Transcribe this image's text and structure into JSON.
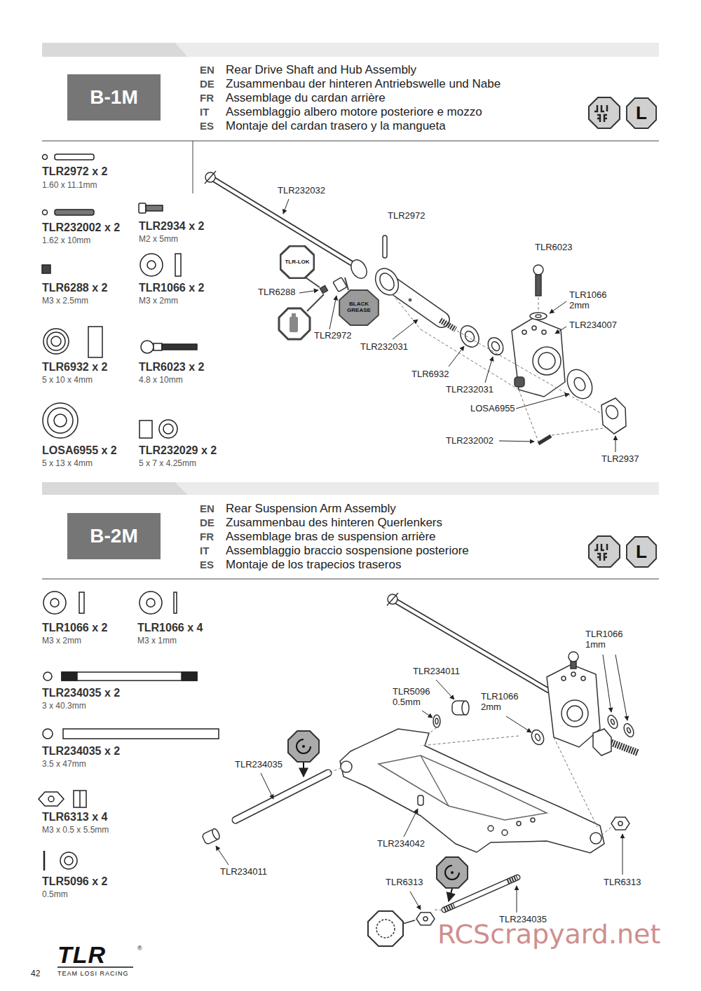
{
  "diagram": {
    "nodes": [
      {
        "text": [
          "B-1M"
        ]
      },
      {
        "text": [
          "L"
        ]
      },
      {
        "text": [
          "TLR-LOK"
        ]
      },
      {
        "text": [
          "BLACK GREASE"
        ]
      },
      {
        "text": [
          "B-2M"
        ]
      },
      {
        "text": [
          "L"
        ]
      }
    ],
    "labels": [
      "EN",
      "Rear Drive Shaft and Hub Assembly",
      "DE",
      "Zusammenbau der hinteren Antriebswelle und Nabe",
      "FR",
      "Assemblage du cardan arrière",
      "IT",
      "Assemblaggio albero motore posteriore e mozzo",
      "ES",
      "Montaje del cardan trasero y la mangueta",
      "TLR2972 x 2",
      "1.60 x 11.1mm",
      "TLR232002 x 2",
      "1.62 x 10mm",
      "TLR2934 x 2",
      "M2 x 5mm",
      "TLR6288 x 2",
      "M3 x 2.5mm",
      "TLR1066 x 2",
      "M3 x 2mm",
      "TLR6932 x 2",
      "5 x 10 x 4mm",
      "TLR6023 x 2",
      "4.8 x 10mm",
      "LOSA6955 x 2",
      "5 x 13 x 4mm",
      "TLR232029 x 2",
      "5 x 7 x 4.25mm",
      "TLR232032",
      "TLR2972",
      "TLR6023",
      "TLR6288",
      "TLR1066 2mm",
      "TLR234007",
      "TLR2972",
      "TLR232031",
      "TLR6932",
      "TLR232031",
      "LOSA6955",
      "TLR232002",
      "TLR2937",
      "EN",
      "Rear Suspension Arm Assembly",
      "DE",
      "Zusammenbau des hinteren Querlenkers",
      "FR",
      "Assemblage bras de suspension arrière",
      "IT",
      "Assemblaggio braccio sospensione posteriore",
      "ES",
      "Montaje de los trapecios traseros",
      "TLR1066 x 2",
      "M3 x 2mm",
      "TLR1066 x 4",
      "M3 x 1mm",
      "TLR234035 x 2",
      "3 x 40.3mm",
      "TLR234035 x 2",
      "3.5 x 47mm",
      "TLR6313 x 4",
      "M3 x 0.5 x 5.5mm",
      "TLR5096 x 2",
      "0.5mm",
      "TLR1066 1mm",
      "TLR234011",
      "TLR5096 0.5mm",
      "TLR1066 2mm",
      "TLR234035",
      "TLR234042",
      "TLR234011",
      "TLR6313",
      "TLR6313",
      "TLR234035",
      "42",
      "TLR",
      "TEAM LOSI RACING",
      "®",
      "RCScrapyard.net"
    ]
  }
}
